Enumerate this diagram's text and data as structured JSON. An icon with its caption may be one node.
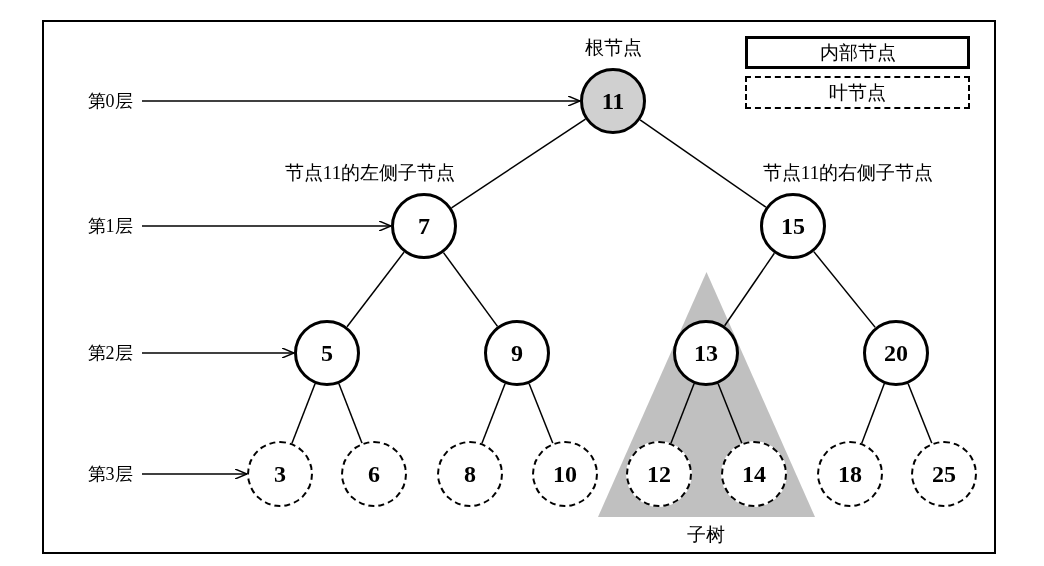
{
  "diagram": {
    "nodes": [
      {
        "text": [
          "11"
        ],
        "beside": [
          "根节点"
        ]
      },
      {
        "text": [
          "7"
        ],
        "beside": [
          "节点11的左侧子节点"
        ]
      },
      {
        "text": [
          "15"
        ],
        "beside": [
          "节点11的右侧子节点"
        ]
      },
      {
        "text": [
          "5"
        ]
      },
      {
        "text": [
          "9"
        ]
      },
      {
        "text": [
          "子树"
        ]
      },
      {
        "text": [
          "13"
        ],
        "in": 5
      },
      {
        "text": [
          "20"
        ]
      },
      {
        "text": [
          "3"
        ]
      },
      {
        "text": [
          "6"
        ]
      },
      {
        "text": [
          "8"
        ]
      },
      {
        "text": [
          "10"
        ]
      },
      {
        "text": [
          "12"
        ],
        "in": 5
      },
      {
        "text": [
          "14"
        ],
        "in": 5
      },
      {
        "text": [
          "18"
        ]
      },
      {
        "text": [
          "25"
        ]
      },
      {
        "text": [
          "第0层"
        ]
      },
      {
        "text": [
          "第1层"
        ]
      },
      {
        "text": [
          "第2层"
        ]
      },
      {
        "text": [
          "第3层"
        ]
      }
    ],
    "edges": [
      {
        "from": 0,
        "to": 1,
        "arrow": "none"
      },
      {
        "from": 0,
        "to": 2,
        "arrow": "none"
      },
      {
        "from": 1,
        "to": 3,
        "arrow": "none"
      },
      {
        "from": 1,
        "to": 4,
        "arrow": "none"
      },
      {
        "from": 2,
        "to": 6,
        "arrow": "none"
      },
      {
        "from": 2,
        "to": 7,
        "arrow": "none"
      },
      {
        "from": 3,
        "to": 8,
        "arrow": "none"
      },
      {
        "from": 3,
        "to": 9,
        "arrow": "none"
      },
      {
        "from": 4,
        "to": 10,
        "arrow": "none"
      },
      {
        "from": 4,
        "to": 11,
        "arrow": "none"
      },
      {
        "from": 6,
        "to": 12,
        "arrow": "none"
      },
      {
        "from": 6,
        "to": 13,
        "arrow": "none"
      },
      {
        "from": 7,
        "to": 14,
        "arrow": "none"
      },
      {
        "from": 7,
        "to": 15,
        "arrow": "none"
      },
      {
        "from": 16,
        "to": 0,
        "arrow": "to"
      },
      {
        "from": 17,
        "to": 1,
        "arrow": "to"
      },
      {
        "from": 18,
        "to": 3,
        "arrow": "to"
      },
      {
        "from": 19,
        "to": 8,
        "arrow": "to"
      }
    ],
    "legend": [
      {
        "text": "内部节点"
      },
      {
        "text": "叶节点"
      }
    ]
  }
}
